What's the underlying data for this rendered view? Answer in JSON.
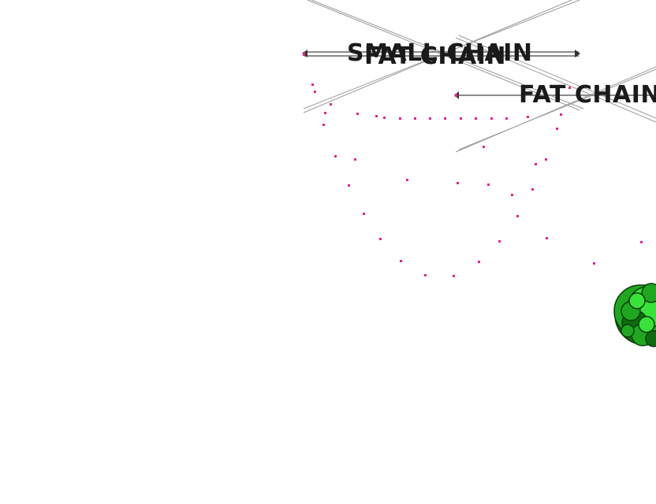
{
  "labels": {
    "small_chain": "SMALL CHAIN",
    "fat_chain_overlap": "FAT CHAIN",
    "fat_chain_right": "FAT CHAIN"
  },
  "colors": {
    "background": "#ffffff",
    "line": "#9a9a9a",
    "dark_line": "#555555",
    "dot": "#e8208c",
    "blob_dark": "#0f6b0f",
    "blob_mid": "#1fa81f",
    "blob_light": "#39e239",
    "text": "#1a1a1a"
  }
}
